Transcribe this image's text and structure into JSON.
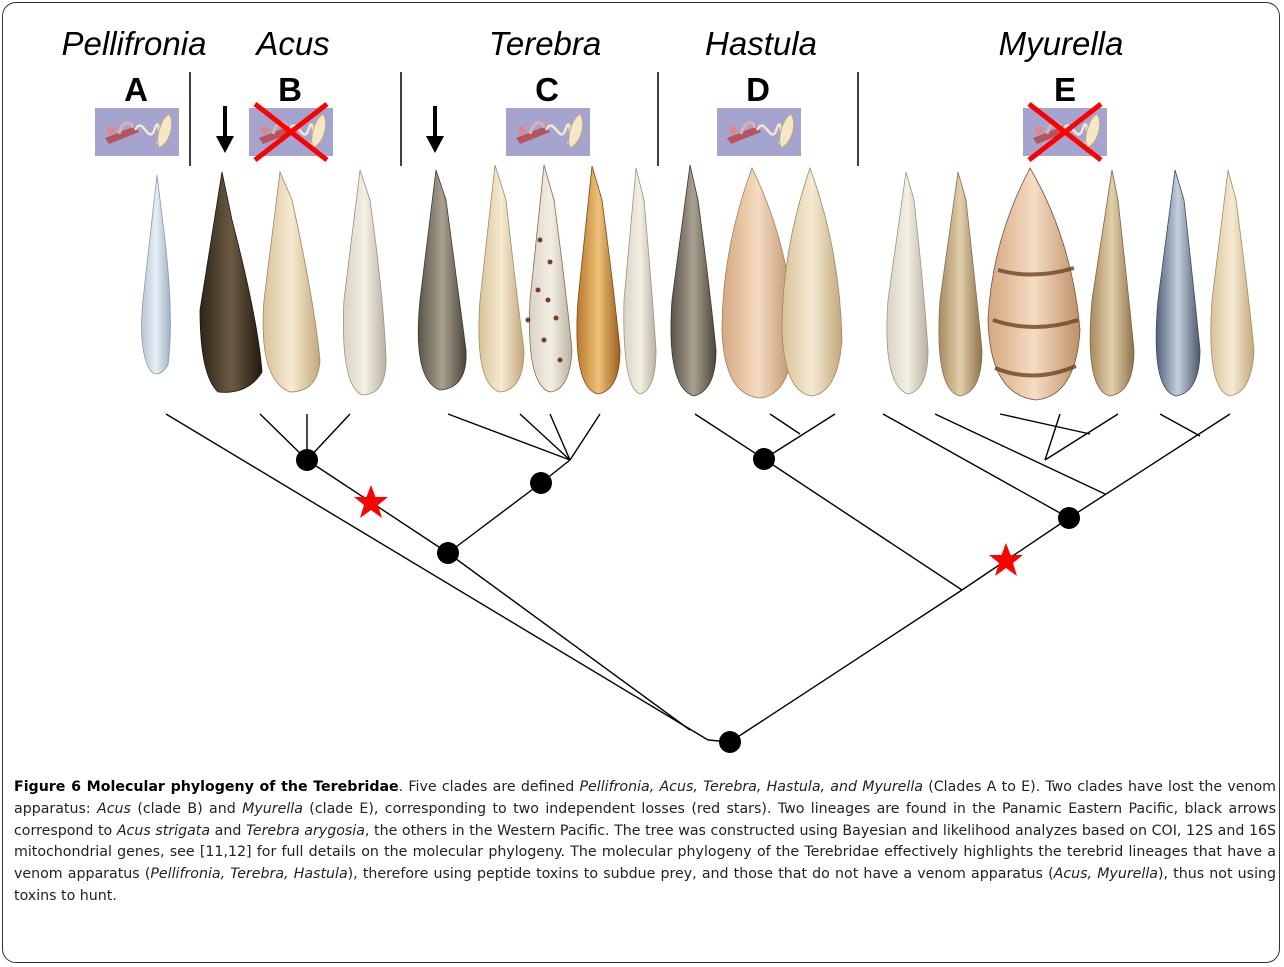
{
  "genera": [
    {
      "id": "pellifronia",
      "name": "Pellifronia"
    },
    {
      "id": "acus",
      "name": "Acus"
    },
    {
      "id": "terebra",
      "name": "Terebra"
    },
    {
      "id": "hastula",
      "name": "Hastula"
    },
    {
      "id": "myurella",
      "name": "Myurella"
    }
  ],
  "clades": [
    {
      "letter": "A",
      "venom_apparatus": true
    },
    {
      "letter": "B",
      "venom_apparatus": false
    },
    {
      "letter": "C",
      "venom_apparatus": true
    },
    {
      "letter": "D",
      "venom_apparatus": true
    },
    {
      "letter": "E",
      "venom_apparatus": false
    }
  ],
  "colors": {
    "loss_marker": "#ff0000",
    "branch": "#000000",
    "venom_panel": "#a5a4cf"
  },
  "caption": {
    "label": "Figure 6 Molecular phylogeny of the Terebridae",
    "s1a": ". Five clades are defined ",
    "s1i": "Pellifronia, Acus, Terebra, Hastula, and Myurella",
    "s1b": " (Clades A to E). Two clades have lost the venom apparatus: ",
    "acus": "Acus",
    "s2a": " (clade B) and ",
    "myurella": "Myurella",
    "s2b": " (clade E), corresponding to two independent losses (red stars). Two lineages are found in the Panamic Eastern Pacific, black arrows correspond to ",
    "acus_strigata": "Acus strigata",
    "and": " and ",
    "terebra_arygosia": "Terebra arygosia",
    "s3": ", the others in the Western Pacific. The tree was constructed using Bayesian and likelihood analyzes based on COI, 12S and 16S mitochondrial genes, see [11,12] for full details on the molecular phylogeny. The molecular phylogeny of the Terebridae effectively highlights the terebrid lineages that have a venom apparatus (",
    "with_venom": "Pellifronia, Terebra, Hastula",
    "s4": "), therefore using peptide toxins to subdue prey, and those that do not have a venom apparatus (",
    "without_venom": "Acus, Myurella",
    "s5": "), thus not using toxins to hunt."
  }
}
